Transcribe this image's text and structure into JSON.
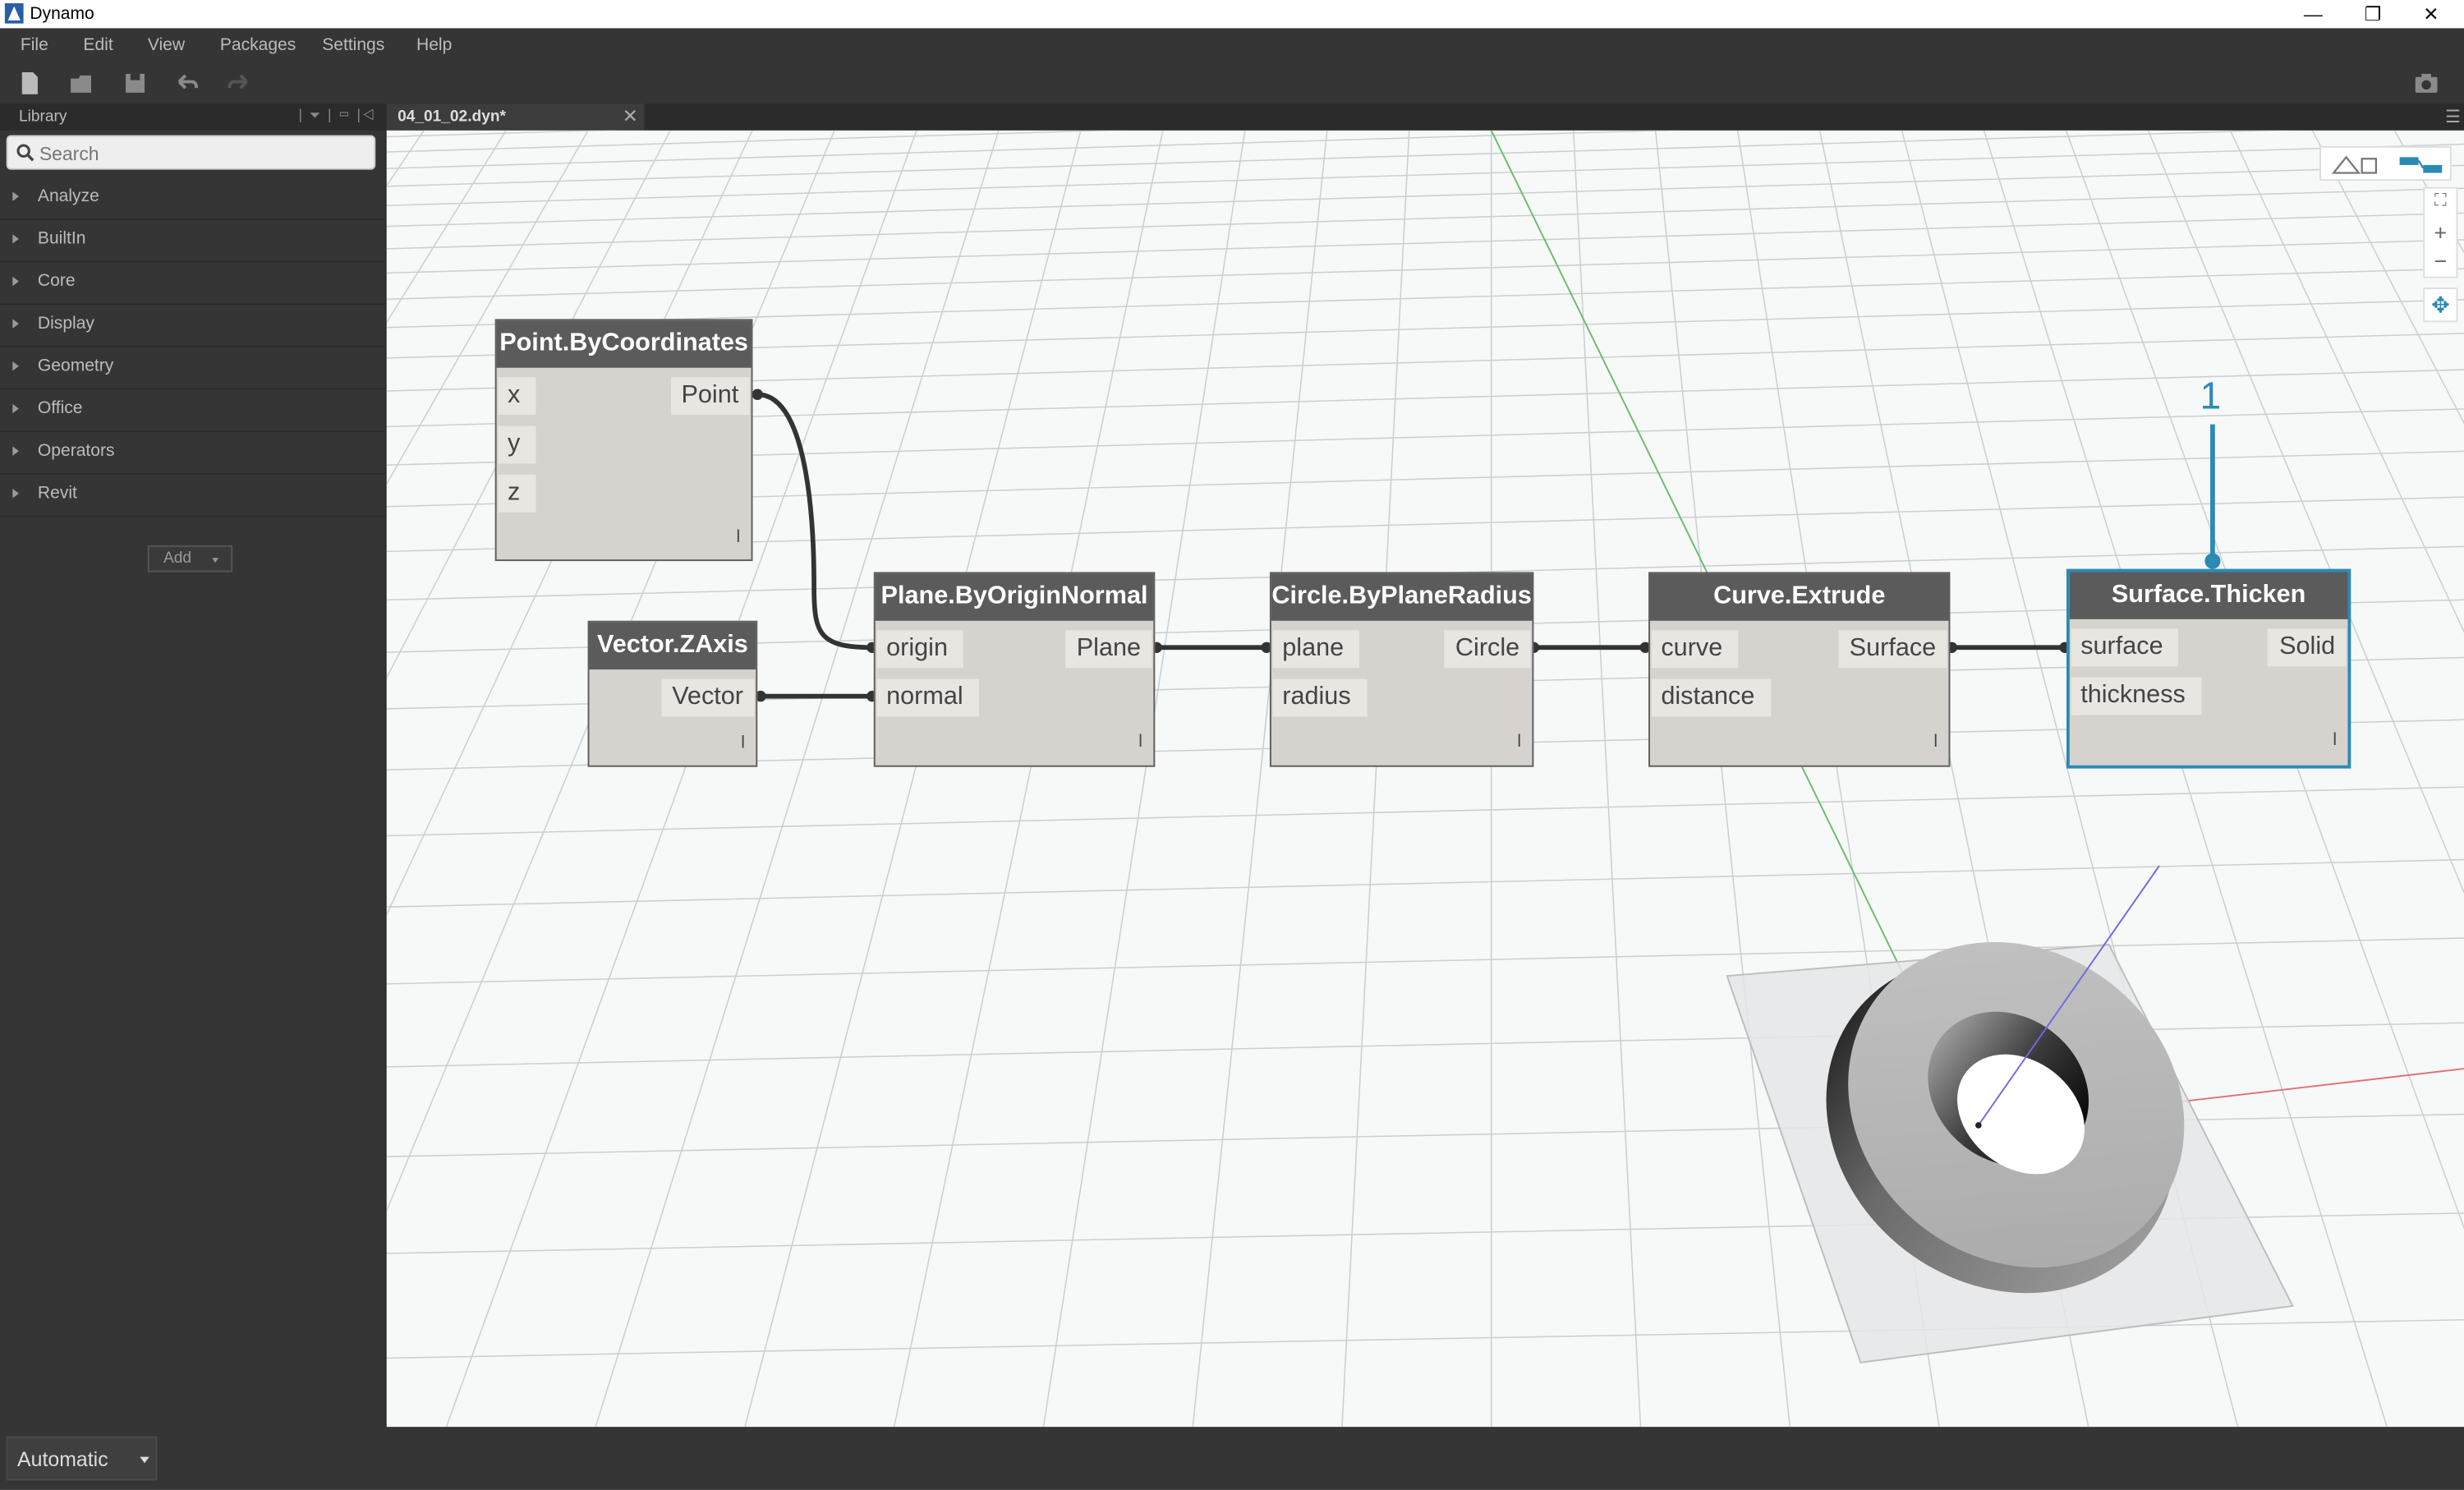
{
  "window": {
    "title": "Dynamo",
    "minimize": "—",
    "restore": "❐",
    "close": "✕"
  },
  "menu": [
    "File",
    "Edit",
    "View",
    "Packages",
    "Settings",
    "Help"
  ],
  "library": {
    "title": "Library",
    "tools": "| ⏷ | ▭ |◁",
    "search_placeholder": "Search",
    "categories": [
      "Analyze",
      "BuiltIn",
      "Core",
      "Display",
      "Geometry",
      "Office",
      "Operators",
      "Revit"
    ],
    "add_label": "Add"
  },
  "tab": {
    "label": "04_01_02.dyn*",
    "close": "✕"
  },
  "tab_menu": "☰",
  "nodes": {
    "point": {
      "title": "Point.ByCoordinates",
      "inputs": [
        "x",
        "y",
        "z"
      ],
      "output": "Point",
      "lacing": "l"
    },
    "vector": {
      "title": "Vector.ZAxis",
      "output": "Vector",
      "lacing": "l"
    },
    "plane": {
      "title": "Plane.ByOriginNormal",
      "inputs": [
        "origin",
        "normal"
      ],
      "output": "Plane",
      "lacing": "l"
    },
    "circle": {
      "title": "Circle.ByPlaneRadius",
      "inputs": [
        "plane",
        "radius"
      ],
      "output": "Circle",
      "lacing": "l"
    },
    "extrude": {
      "title": "Curve.Extrude",
      "inputs": [
        "curve",
        "distance"
      ],
      "output": "Surface",
      "lacing": "l"
    },
    "thicken": {
      "title": "Surface.Thicken",
      "inputs": [
        "surface",
        "thickness"
      ],
      "output": "Solid",
      "lacing": "l"
    }
  },
  "callout": "1",
  "nav": {
    "zoom_fit": "⛶",
    "zoom_in": "+",
    "zoom_out": "−",
    "pan": "✥"
  },
  "status": {
    "run_mode": "Automatic"
  },
  "colors": {
    "accent": "#2b8ab4",
    "node_header": "#5b5b5b",
    "node_body": "#d6d3ce",
    "chrome": "#353535"
  }
}
